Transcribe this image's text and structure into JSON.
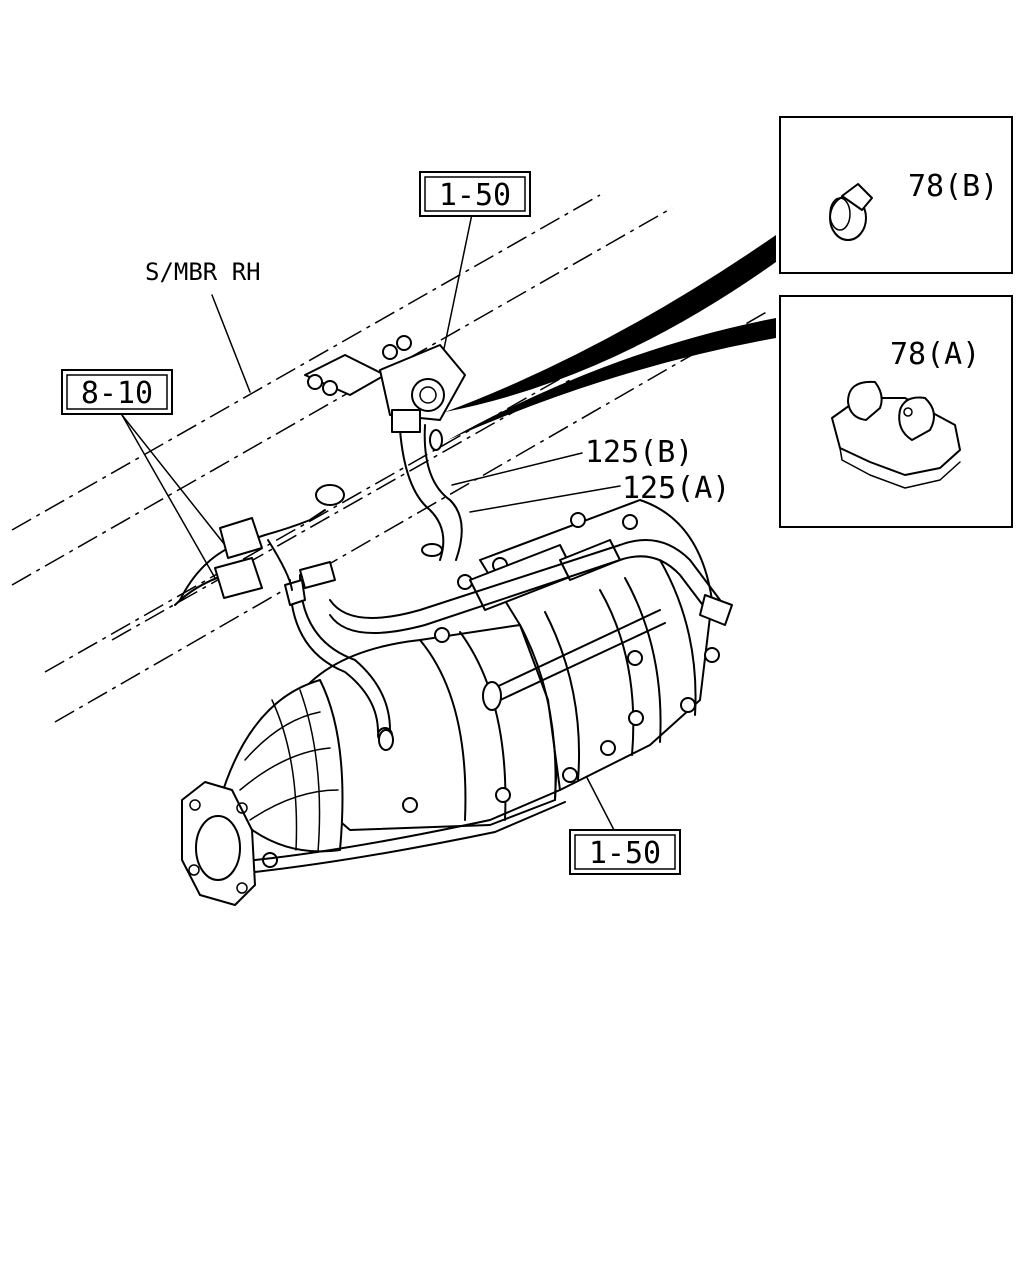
{
  "labels": {
    "ref_1_50_top": "1-50",
    "ref_8_10": "8-10",
    "ref_1_50_bottom": "1-50",
    "s_mbr_rh": "S/MBR RH",
    "part_125_b": "125(B)",
    "part_125_a": "125(A)",
    "part_78_b": "78(B)",
    "part_78_a": "78(A)"
  },
  "icons": {
    "detail_b": "hose-clamp-icon",
    "detail_a": "pipe-clip-icon"
  }
}
